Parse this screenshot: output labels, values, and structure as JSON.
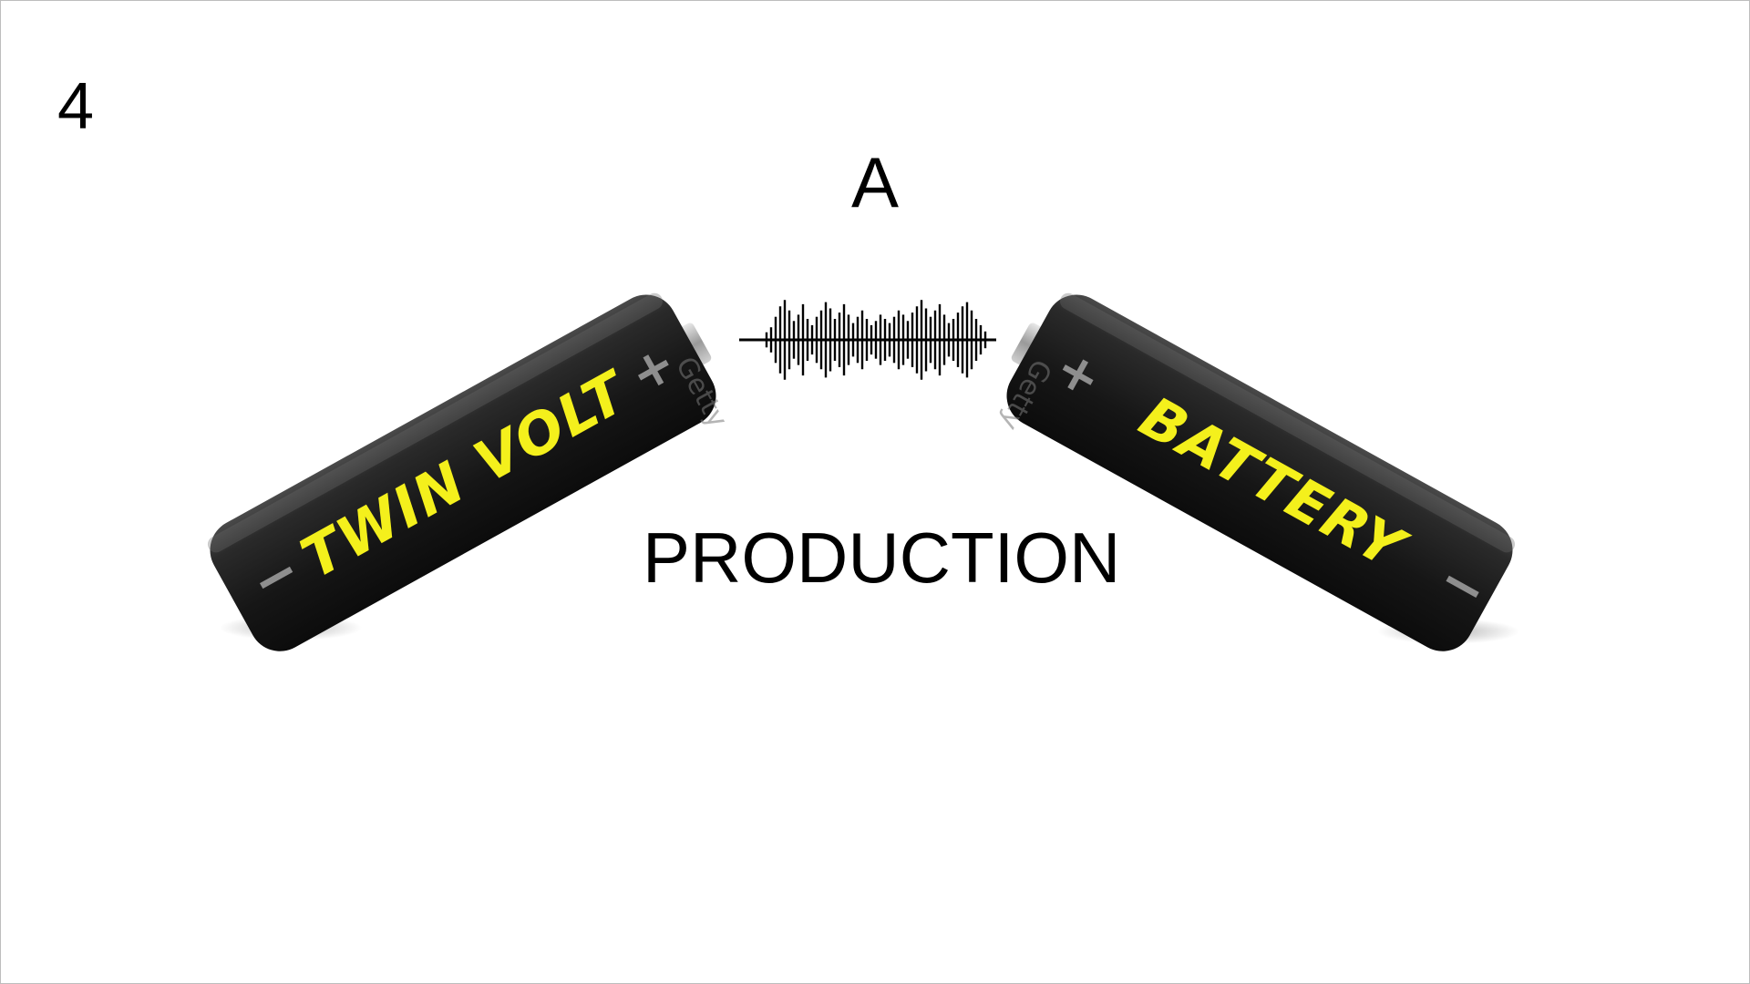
{
  "slide": {
    "number": "4",
    "line_top": "A",
    "line_bottom": "PRODUCTION"
  },
  "batteries": {
    "left": {
      "label": "TWIN VOLT",
      "plus": "+",
      "minus": "−",
      "watermark": "Getty"
    },
    "right": {
      "label": "BATTERY",
      "plus": "+",
      "minus": "−",
      "watermark": "Getty"
    }
  },
  "waveform": {
    "amplitudes": [
      0.18,
      0.3,
      0.55,
      0.8,
      0.95,
      0.7,
      0.45,
      0.6,
      0.85,
      0.5,
      0.35,
      0.55,
      0.7,
      0.9,
      0.75,
      0.5,
      0.65,
      0.85,
      0.6,
      0.4,
      0.55,
      0.7,
      0.5,
      0.35,
      0.45,
      0.6,
      0.5,
      0.4,
      0.55,
      0.7,
      0.6,
      0.45,
      0.65,
      0.8,
      0.95,
      0.75,
      0.55,
      0.7,
      0.85,
      0.6,
      0.4,
      0.5,
      0.65,
      0.8,
      0.9,
      0.7,
      0.5,
      0.35,
      0.2
    ]
  },
  "colors": {
    "battery_body": "#1f1f1f",
    "label": "#f4f01c",
    "text": "#000000"
  }
}
